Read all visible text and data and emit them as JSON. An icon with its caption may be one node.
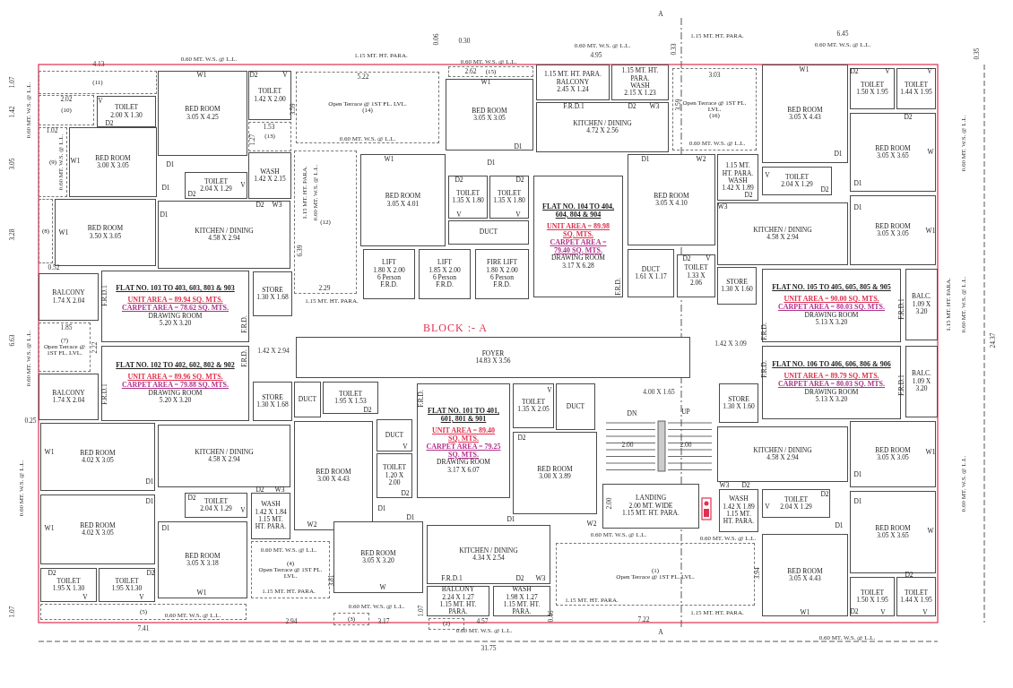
{
  "diagram": {
    "nodes": [
      {
        "text": [
          "(11)"
        ]
      },
      {
        "text": [
          "(10)"
        ]
      },
      {
        "text": [
          "TOILET",
          "2.00 X 1.30"
        ]
      },
      {
        "text": [
          "BED ROOM",
          "3.05 X 4.25"
        ]
      },
      {
        "text": [
          "TOILET",
          "1.42 X 2.00"
        ]
      },
      {
        "text": [
          "(13)"
        ]
      },
      {
        "text": [
          "(9)"
        ]
      },
      {
        "text": [
          "BED ROOM",
          "3.00 X 3.05"
        ]
      },
      {
        "text": [
          "TOILET",
          "2.04 X 1.29"
        ]
      },
      {
        "text": [
          "WASH",
          "1.42 X 2.15"
        ]
      },
      {
        "text": [
          "(8)"
        ]
      },
      {
        "text": [
          "BED ROOM",
          "3.50 X 3.05"
        ]
      },
      {
        "text": [
          "KITCHEN / DINING",
          "4.58 X 2.94"
        ]
      },
      {
        "text": [
          "(12)"
        ]
      },
      {
        "text": [
          "BALCONY",
          "1.74 X 2.04"
        ]
      },
      {
        "text": [
          "STORE",
          "1.30 X 1.68"
        ]
      },
      {
        "text": [
          "FLAT NO. 103 TO 403, 603, 803 & 903",
          "UNIT AREA = 89.94 SQ. MTS.",
          "CARPET AREA = 78.62 SQ. MTS.",
          "DRAWING ROOM",
          "5.20 X 3.20"
        ]
      },
      {
        "text": [
          "(7)",
          "Open Terrace @ 1ST FL. LVL."
        ]
      },
      {
        "text": [
          "FLAT NO. 102 TO 402, 602, 802 & 902",
          "UNIT AREA = 89.96 SQ. MTS.",
          "CARPET AREA = 79.88 SQ. MTS.",
          "DRAWING ROOM",
          "5.20 X 3.20"
        ]
      },
      {
        "text": [
          "BALCONY",
          "1.74 X 2.04"
        ]
      },
      {
        "text": [
          "Open Terrace @ 1ST FL. LVL.",
          "(14)"
        ]
      },
      {
        "text": [
          "(15)"
        ]
      },
      {
        "text": [
          "BED ROOM",
          "3.05 X 3.05"
        ]
      },
      {
        "text": [
          "1.15 MT. HT. PARA.",
          "BALCONY",
          "2.45 X 1.24"
        ]
      },
      {
        "text": [
          "1.15 MT. HT. PARA.",
          "WASH",
          "2.15 X 1.23"
        ]
      },
      {
        "text": [
          "KITCHEN / DINING",
          "4.72 X 2.56"
        ]
      },
      {
        "text": [
          "Open Terrace @ 1ST FL. LVL.",
          "(16)"
        ]
      },
      {
        "text": [
          "BED ROOM",
          "3.05 X 4.01"
        ]
      },
      {
        "text": [
          "TOILET",
          "1.35 X 1.80"
        ]
      },
      {
        "text": [
          "TOILET",
          "1.35 X 1.80"
        ]
      },
      {
        "text": [
          "DUCT"
        ]
      },
      {
        "text": [
          "LIFT",
          "1.80 X 2.00",
          "6 Person",
          "F.R.D."
        ]
      },
      {
        "text": [
          "LIFT",
          "1.85 X 2.00",
          "6 Person",
          "F.R.D."
        ]
      },
      {
        "text": [
          "FIRE LIFT",
          "1.80 X 2.00",
          "6 Person",
          "F.R.D."
        ]
      },
      {
        "text": [
          "FLAT NO. 104 TO 404, 604, 804 & 904",
          "UNIT AREA = 89.98 SQ. MTS.",
          "CARPET AREA = 79.40 SQ. MTS.",
          "DRAWING ROOM",
          "3.17 X 6.28"
        ]
      },
      {
        "text": [
          "BED ROOM",
          "3.05 X 4.10"
        ]
      },
      {
        "text": [
          "DUCT",
          "1.61 X 1.17"
        ]
      },
      {
        "text": [
          "TOILET",
          "1.33 X 2.06"
        ]
      },
      {
        "text": [
          "BED ROOM",
          "3.05 X 4.43"
        ]
      },
      {
        "text": [
          "TOILET",
          "1.50 X 1.95"
        ]
      },
      {
        "text": [
          "TOILET",
          "1.44 X 1.95"
        ]
      },
      {
        "text": [
          "BED ROOM",
          "3.05 X 3.65"
        ]
      },
      {
        "text": [
          "1.15 MT. HT. PARA.",
          "WASH",
          "1.42 X 1.89"
        ]
      },
      {
        "text": [
          "TOILET",
          "2.04 X 1.29"
        ]
      },
      {
        "text": [
          "KITCHEN / DINING",
          "4.58 X 2.94"
        ]
      },
      {
        "text": [
          "BED ROOM",
          "3.05 X 3.05"
        ]
      },
      {
        "text": [
          "STORE",
          "1.30 X 1.60"
        ]
      },
      {
        "text": [
          "FLAT NO. 105 TO 405, 605, 805 & 905",
          "UNIT AREA = 90.00 SQ. MTS.",
          "CARPET AREA = 80.03 SQ. MTS.",
          "DRAWING ROOM",
          "5.13 X 3.20"
        ]
      },
      {
        "text": [
          "BALC.",
          "1.09 X 3.20"
        ]
      },
      {
        "text": [
          "FOYER",
          "14.83 X 3.56"
        ]
      },
      {
        "text": [
          "FLAT NO. 106 TO 406, 606, 806 & 906",
          "UNIT AREA = 89.79 SQ. MTS.",
          "CARPET AREA = 80.03 SQ. MTS.",
          "DRAWING ROOM",
          "5.13 X 3.20"
        ]
      },
      {
        "text": [
          "BALC.",
          "1.09 X 3.20"
        ]
      },
      {
        "text": [
          "STORE",
          "1.30 X 1.68"
        ]
      },
      {
        "text": [
          "DUCT"
        ]
      },
      {
        "text": [
          "TOILET",
          "1.95 X 1.53"
        ]
      },
      {
        "text": [
          "DUCT"
        ]
      },
      {
        "text": [
          "TOILET",
          "1.20 X 2.00"
        ]
      },
      {
        "text": [
          "FLAT NO. 101 TO 401, 601, 801 & 901",
          "UNIT AREA = 89.40 SQ. MTS.",
          "CARPET AREA = 79.25 SQ. MTS.",
          "DRAWING ROOM",
          "3.17 X 6.07"
        ]
      },
      {
        "text": [
          "TOILET",
          "1.35 X 2.05"
        ]
      },
      {
        "text": [
          "DUCT"
        ]
      },
      {
        "text": [
          "BED ROOM",
          "3.00 X 3.89"
        ]
      },
      {
        "text": [
          "LANDING",
          "2.00 MT. WIDE",
          "1.15 MT. HT. PARA."
        ]
      },
      {
        "text": [
          "STORE",
          "1.30 X 1.60"
        ]
      },
      {
        "text": [
          "BED ROOM",
          "3.00 X 4.43"
        ]
      },
      {
        "text": [
          "KITCHEN / DINING",
          "4.58 X 2.94"
        ]
      },
      {
        "text": [
          "KITCHEN / DINING",
          "4.58 X 2.94"
        ]
      },
      {
        "text": [
          "BED ROOM",
          "3.05 X 3.05"
        ]
      },
      {
        "text": [
          "BED ROOM",
          "4.02 X 3.05"
        ]
      },
      {
        "text": [
          "BED ROOM",
          "4.02 X 3.05"
        ]
      },
      {
        "text": [
          "TOILET",
          "2.04 X 1.29"
        ]
      },
      {
        "text": [
          "WASH",
          "1.42 X 1.84",
          "1.15 MT. HT. PARA."
        ]
      },
      {
        "text": [
          "TOILET",
          "2.04 X 1.29"
        ]
      },
      {
        "text": [
          "WASH",
          "1.42 X 1.89",
          "1.15 MT. HT. PARA."
        ]
      },
      {
        "text": [
          "BED ROOM",
          "3.05 X 3.65"
        ]
      },
      {
        "text": [
          "BED ROOM",
          "3.05 X 3.18"
        ]
      },
      {
        "text": [
          "(4)",
          "Open Terrace @ 1ST FL. LVL."
        ]
      },
      {
        "text": [
          "BED ROOM",
          "3.05 X 3.20"
        ]
      },
      {
        "text": [
          "KITCHEN / DINING",
          "4.34 X 2.54"
        ]
      },
      {
        "text": [
          "(1)",
          "Open Terrace @ 1ST FL. LVL."
        ]
      },
      {
        "text": [
          "BED ROOM",
          "3.05 X 4.43"
        ]
      },
      {
        "text": [
          "TOILET",
          "1.95 X 1.30"
        ]
      },
      {
        "text": [
          "TOILET",
          "1.95 X1.30"
        ]
      },
      {
        "text": [
          "BALCONY",
          "2.24 X 1.27",
          "1.15 MT. HT. PARA."
        ]
      },
      {
        "text": [
          "WASH",
          "1.98 X 1.27",
          "1.15 MT. HT. PARA."
        ]
      },
      {
        "text": [
          "TOILET",
          "1.50 X 1.95"
        ]
      },
      {
        "text": [
          "TOILET",
          "1.44 X 1.95"
        ]
      },
      {
        "text": [
          "(5)"
        ]
      },
      {
        "text": [
          "(3)"
        ]
      },
      {
        "text": [
          "(2)"
        ]
      }
    ],
    "labels": [
      "A",
      "0.60 MT. W.S. @ L.L.",
      "1.15 MT. HT. PARA.",
      "0.06",
      "0.30",
      "0.60 MT. W.S. @ L.L.",
      "4.95",
      "0.60 MT. W.S. @ L.L.",
      "0.33",
      "1.15 MT. HT. PARA.",
      "6.45",
      "0.60 MT. W.S. @ L.L.",
      "0.35",
      "4.13",
      "1.07",
      "1.42",
      "0.60 MT. W.S. @ L.L.",
      "2.02",
      "1.02",
      "3.05",
      "0.60 MT. W.S. @ L.L.",
      "5.22",
      "2.62",
      "3.59",
      "1.53",
      "1.27",
      "0.60 MT. W.S. @ L.L.",
      "3.59",
      "3.03",
      "0.60 MT. W.S. @ L.L.",
      "1.15 MT. HT. PARA.",
      "0.60 MT. W.S. @ L.L.",
      "6.39",
      "3.28",
      "0.52",
      "2.29",
      "1.15 MT. HT. PARA.",
      "6.63",
      "0.60 MT. W.S. @ L.L.",
      "1.85",
      "2.22",
      "1.42 X 2.94",
      "BLOCK :- A",
      "1.42 X 3.09",
      "0.60 MT. W.S. @ L.L.",
      "1.15 MT. HT. PARA.",
      "0.60 MT. W.S. @ L.L.",
      "24.37",
      "0.25",
      "4.00 X 1.65",
      "DN",
      "UP",
      "2.00",
      "2.00",
      "0.60 MT. W.S. @ L.L.",
      "0.60 MT. W.S. @ L.L.",
      "2.00",
      "0.60 MT. W.S. @ L.L.",
      "0.60 MT. W.S. @ L.L.",
      "0.60 MT. W.S. @ L.L.",
      "3.81",
      "3.94",
      "1.15 MT. HT. PARA.",
      "1.15 MT. HT. PARA.",
      "1.15 MT. HT. PARA.",
      "0.60 MT. W.S. @ L.L.",
      "1.07",
      "0.60 MT. W.S. @ L.L.",
      "1.07",
      "0.46",
      "7.41",
      "2.94",
      "3.17",
      "4.57",
      "7.22",
      "0.60 MT. W.S. @ L.L.",
      "0.60 MT. W.S. @ L.L.",
      "31.75",
      "A",
      "W1",
      "D2",
      "V",
      "V",
      "D2",
      "W1",
      "D1",
      "D1",
      "D2",
      "V",
      "D2",
      "W3",
      "D1",
      "W1",
      "F.R.D.1",
      "F.R.D.",
      "W1",
      "F.R.D.1",
      "D2",
      "W3",
      "D1",
      "W1",
      "D1",
      "D1",
      "W2",
      "D2",
      "D2",
      "V",
      "V",
      "D2",
      "V",
      "F.R.D.",
      "W1",
      "D2",
      "V",
      "V",
      "D2",
      "D1",
      "W",
      "D1",
      "V",
      "D2",
      "D2",
      "W3",
      "D1",
      "W1",
      "F.R.D.1",
      "F.R.D.",
      "F.R.D.",
      "F.R.D.1",
      "W1",
      "D1",
      "D1",
      "W1",
      "D2",
      "D1",
      "D2",
      "W3",
      "V",
      "W2",
      "D2",
      "V",
      "V",
      "D2",
      "W1",
      "D2",
      "V",
      "F.R.D.",
      "D2",
      "D1",
      "D1",
      "D1",
      "V",
      "D2",
      "W2",
      "F.R.D.1",
      "D2",
      "W3",
      "W",
      "F.R.D.",
      "F.R.D.1",
      "W3",
      "D2",
      "D2",
      "V",
      "D1",
      "D1",
      "D1",
      "W1",
      "W",
      "D2",
      "W1",
      "D2",
      "V",
      "V"
    ]
  }
}
